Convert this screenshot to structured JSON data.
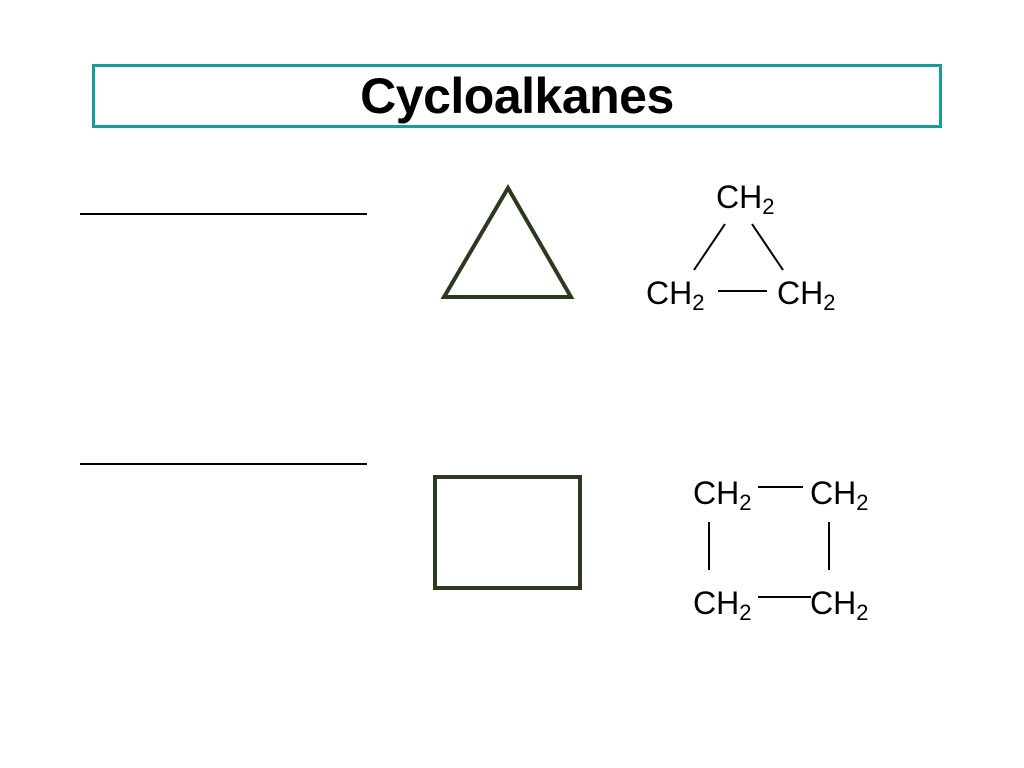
{
  "slide": {
    "title": "Cycloalkanes"
  },
  "colors": {
    "title_border": "#1a9a99",
    "shape_stroke": "#2b3a1f",
    "text": "#000000"
  },
  "answer_blanks": [
    "",
    ""
  ],
  "molecules": [
    {
      "ring": "triangle",
      "groups": [
        {
          "main": "CH",
          "sub": "2"
        },
        {
          "main": "CH",
          "sub": "2"
        },
        {
          "main": "CH",
          "sub": "2"
        }
      ]
    },
    {
      "ring": "square",
      "groups": [
        {
          "main": "CH",
          "sub": "2"
        },
        {
          "main": "CH",
          "sub": "2"
        },
        {
          "main": "CH",
          "sub": "2"
        },
        {
          "main": "CH",
          "sub": "2"
        }
      ]
    }
  ]
}
